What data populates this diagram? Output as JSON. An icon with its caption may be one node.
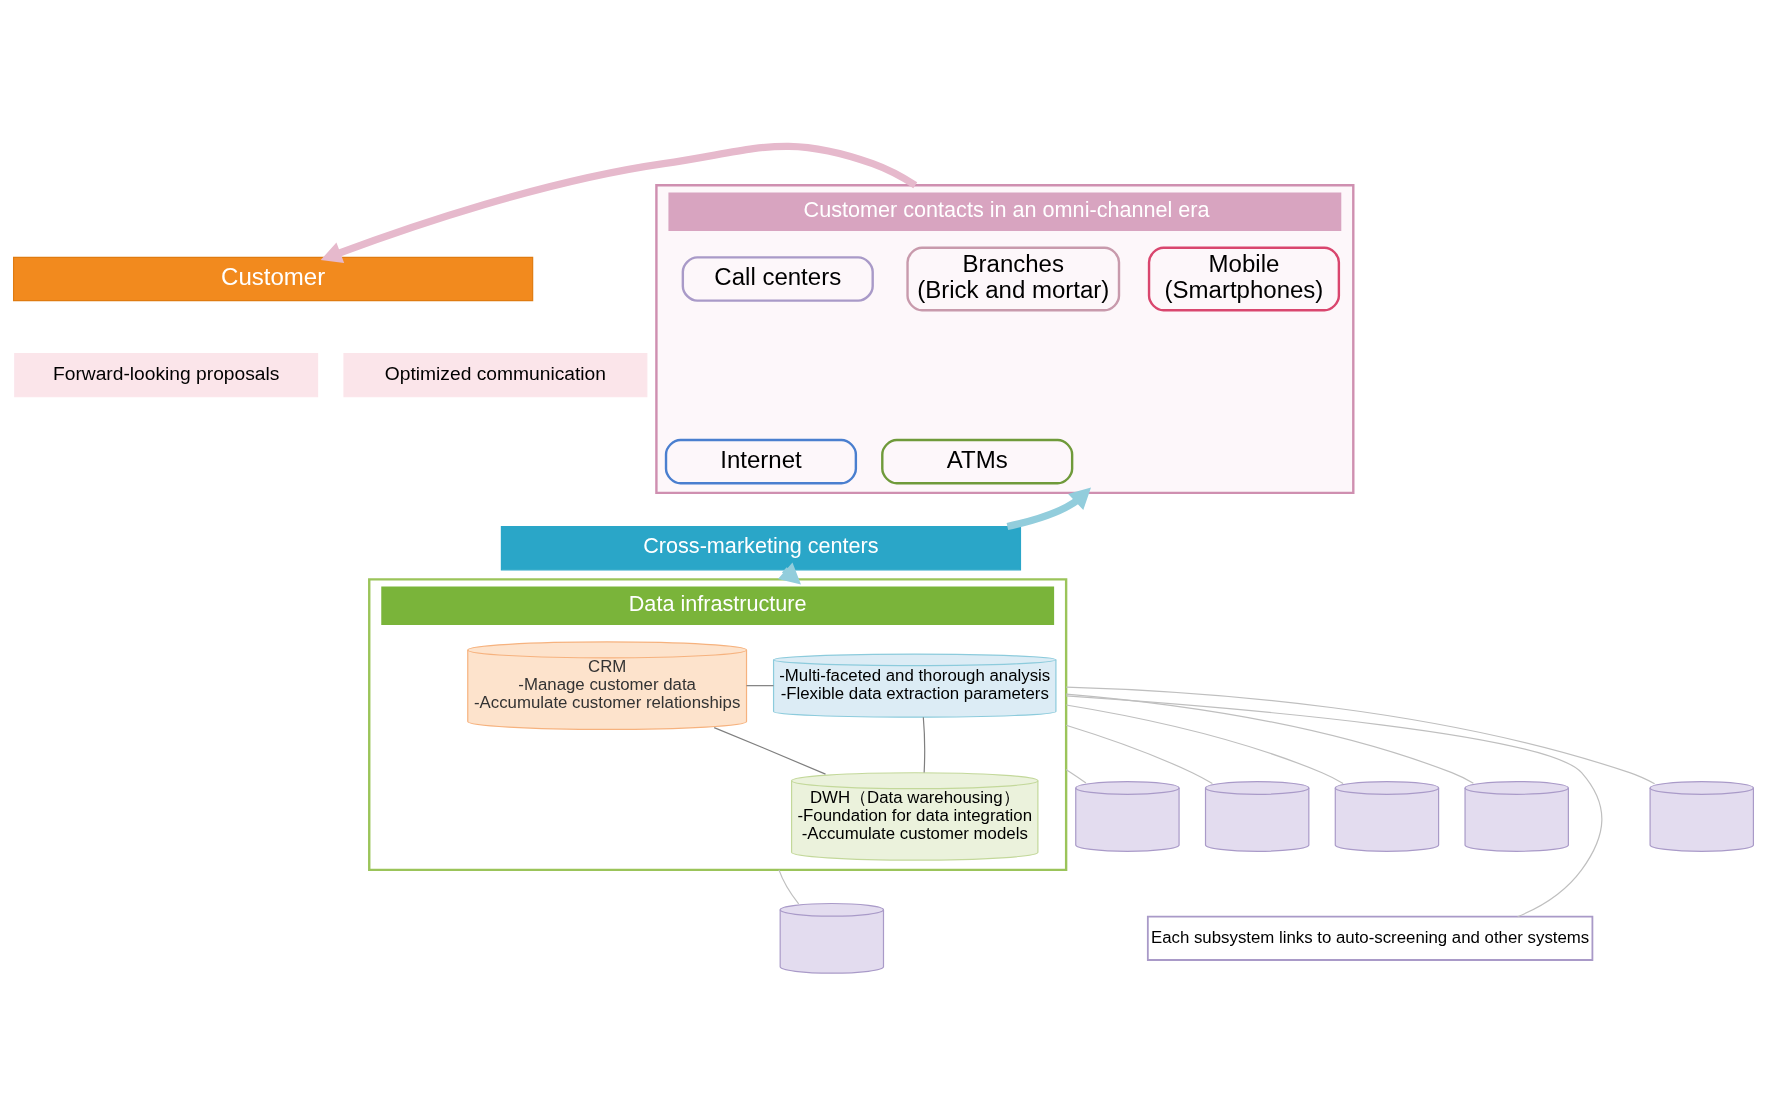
{
  "diagram": {
    "nodes": [
      {
        "text": [
          "Customer"
        ]
      },
      {
        "text": [
          "Forward-looking proposals"
        ]
      },
      {
        "text": [
          "Optimized communication"
        ]
      },
      {
        "text": [
          "Customer contacts in an omni-channel era"
        ]
      },
      {
        "text": [
          "Internet"
        ],
        "in": 3
      },
      {
        "text": [
          "Mobile",
          "(Smartphones)"
        ],
        "in": 3
      },
      {
        "text": [
          "Branches",
          "(Brick and mortar)"
        ],
        "in": 3
      },
      {
        "text": [
          "Call centers"
        ],
        "in": 3
      },
      {
        "text": [
          "ATMs"
        ],
        "in": 3
      },
      {
        "text": [
          "Cross-marketing centers"
        ]
      },
      {
        "text": [
          "Data infrastructure"
        ]
      },
      {
        "text": [
          "CRM",
          "-Manage customer data",
          "-Accumulate customer relationships"
        ],
        "in": 10
      },
      {
        "text": [
          "-Multi-faceted and thorough analysis",
          "-Flexible data extraction parameters"
        ],
        "in": 10
      },
      {
        "text": [
          "DWH（Data warehousing）",
          "-Foundation for data integration",
          "-Accumulate customer models"
        ],
        "in": 10
      },
      {
        "text": [],
        "shape": "cylinder"
      },
      {
        "text": [],
        "shape": "cylinder"
      },
      {
        "text": [],
        "shape": "cylinder"
      },
      {
        "text": [
          "Each subsystem links to auto-screening and other systems"
        ]
      },
      {
        "text": [],
        "shape": "cylinder"
      },
      {
        "text": [],
        "shape": "cylinder"
      },
      {
        "text": [],
        "shape": "cylinder"
      }
    ],
    "edges": [
      {
        "from": 3,
        "to": 0,
        "arrow": "to",
        "style": "thick",
        "color": "#e6b9cc"
      },
      {
        "from": 9,
        "to": 3,
        "arrow": "to",
        "style": "thick",
        "color": "#92cddc"
      },
      {
        "from": 9,
        "to": 10,
        "arrow": "to",
        "style": "thick",
        "color": "#92cddc"
      },
      {
        "from": 11,
        "to": 12,
        "arrow": "none",
        "color": "#7f7f7f"
      },
      {
        "from": 11,
        "to": 13,
        "arrow": "none",
        "color": "#7f7f7f"
      },
      {
        "from": 12,
        "to": 13,
        "arrow": "none",
        "color": "#7f7f7f"
      },
      {
        "from": 10,
        "to": 14,
        "arrow": "none"
      },
      {
        "from": 10,
        "to": 15,
        "arrow": "none"
      },
      {
        "from": 10,
        "to": 16,
        "arrow": "none"
      },
      {
        "from": 10,
        "to": 17,
        "arrow": "none"
      },
      {
        "from": 10,
        "to": 18,
        "arrow": "none"
      },
      {
        "from": 10,
        "to": 19,
        "arrow": "none"
      },
      {
        "from": 10,
        "to": 20,
        "arrow": "none"
      }
    ]
  }
}
